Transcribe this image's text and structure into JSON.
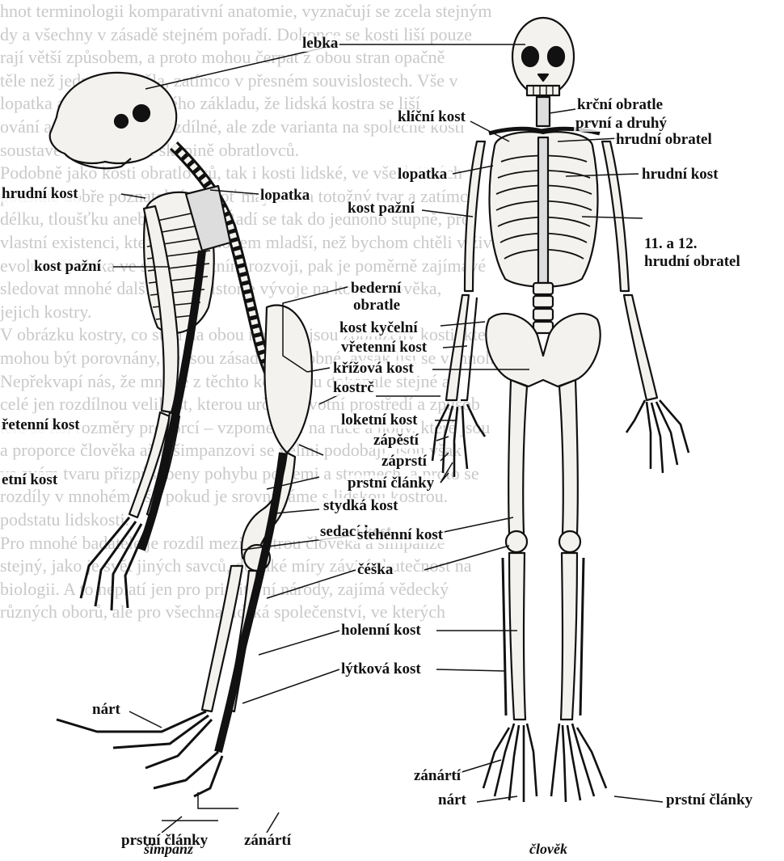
{
  "background_text": [
    "hnot terminologii komparativní anatomie, vyznačují se zcela stejným",
    "dy a všechny v zásadě stejném pořadí. Dokonce se kosti liší pouze",
    "rají větší způsobem, a proto mohou čerpat z obou stran opačně",
    "těle než jedna částí těla, zatímco v přesném souvislostech. Vše v",
    "lopatka a pánev ze stejného základu, že lidská kostra se liší",
    "ování a lidská velkost rozdílné, ale zde varianta na společné kosti",
    "soustavě odpovídající skupině obratlovců.",
    "Podobně jako kosti obratlovců, tak i kosti lidské, ve všech jiných",
    "podstatě dobře poznatelné, neboť mají zcela totožný tvar a zatímco",
    "délku, tloušťku anebo pevnost. Řadí se tak do jednoho stupně, pro",
    "vlastní existenci, která byla mnohem mladší, než bychom chtěli v životě",
    "evoluce člověka ve svém vlastním rozvoji, pak je poměrně zajímavé",
    "sledovat mnohé další rysy z historie vývoje na kostře člověka,",
    "jejich kostry.",
    "V obrázku kostry, co stojí na obou nohách, jsou zobrazeny kosti, které",
    "mohou být porovnány, že jsou zásadně podobné, avšak liší se v mnoha",
    "Nepřekvapí nás, že mnohé z těchto kostí jsou dokonale stejné a",
    "celé jen rozdílnou velikost, kterou určuje životní prostředí a způsob",
    "těle se liší rozměry proporcí – vzpomeňme na ruce a nohy, které jsou",
    "a proporce člověka až k šimpanzovi se velmi podobají, jsou však",
    "ve svém tvaru přizpůsobeny pohybu po zemi a stromech, a proto se",
    "rozdíly v mnohém liší, pokud je srovnáváme s lidskou kostrou.",
    "podstatu lidskosti.",
    "Pro mnohé badatele je rozdíl mezi kostrou člověka a šimpanze",
    "stejný, jako je svět jiných savců, do jaké míry závisí skutečnost na",
    "biologii. A to neplatí jen pro primitivní národy, zajímá vědecký",
    "různých oborů, ale pro všechna lidská společenství, ve kterých"
  ],
  "labels": {
    "lebka": "lebka",
    "klicni_kost": "klíční kost",
    "krcni_obratle": "krční obratle",
    "prvni_a_druhy": "první a druhý",
    "hrudni_obratel": "hrudní obratel",
    "lopatka_chimp": "lopatka",
    "lopatka_human": "lopatka",
    "hrudni_kost_chimp": "hrudní kost",
    "hrudni_kost_human": "hrudní kost",
    "kost_pazni_chimp": "kost pažní",
    "kost_pazni_human": "kost pažní",
    "obratel_11_12": "11. a 12.",
    "hrudni_obratel_2": "hrudní obratel",
    "bederni": "bederní",
    "obratle": "obratle",
    "kost_kycelni": "kost kyčelní",
    "vretenni_kost": "vřetenní kost",
    "krizova_kost": "křížová kost",
    "kostrc": "kostrč",
    "loketni_kost": "loketní kost",
    "zapesti": "zápěstí",
    "zaprsti": "záprstí",
    "prstni_clanky_hand": "prstní články",
    "retenni_kost_left": "řetenní kost",
    "etni_kost_left": "etní kost",
    "stydka_kost": "stydká kost",
    "sedaci_kost": "sedací kost",
    "stehenni_kost": "stehenní kost",
    "ceska": "čéška",
    "holenni_kost": "holenní kost",
    "lytkova_kost": "lýtková kost",
    "nart_chimp": "nárt",
    "nart_human": "nárt",
    "zanarti_human": "zánártí",
    "zanarti_chimp": "zánártí",
    "prstni_clanky_chimp": "prstní články",
    "prstni_clanky_human_foot": "prstní články"
  },
  "captions": {
    "chimp": "šimpanz",
    "human": "člověk"
  },
  "colors": {
    "ink": "#111111",
    "page_text": "#c9c9c9",
    "bone_fill": "#f4f2ee"
  }
}
